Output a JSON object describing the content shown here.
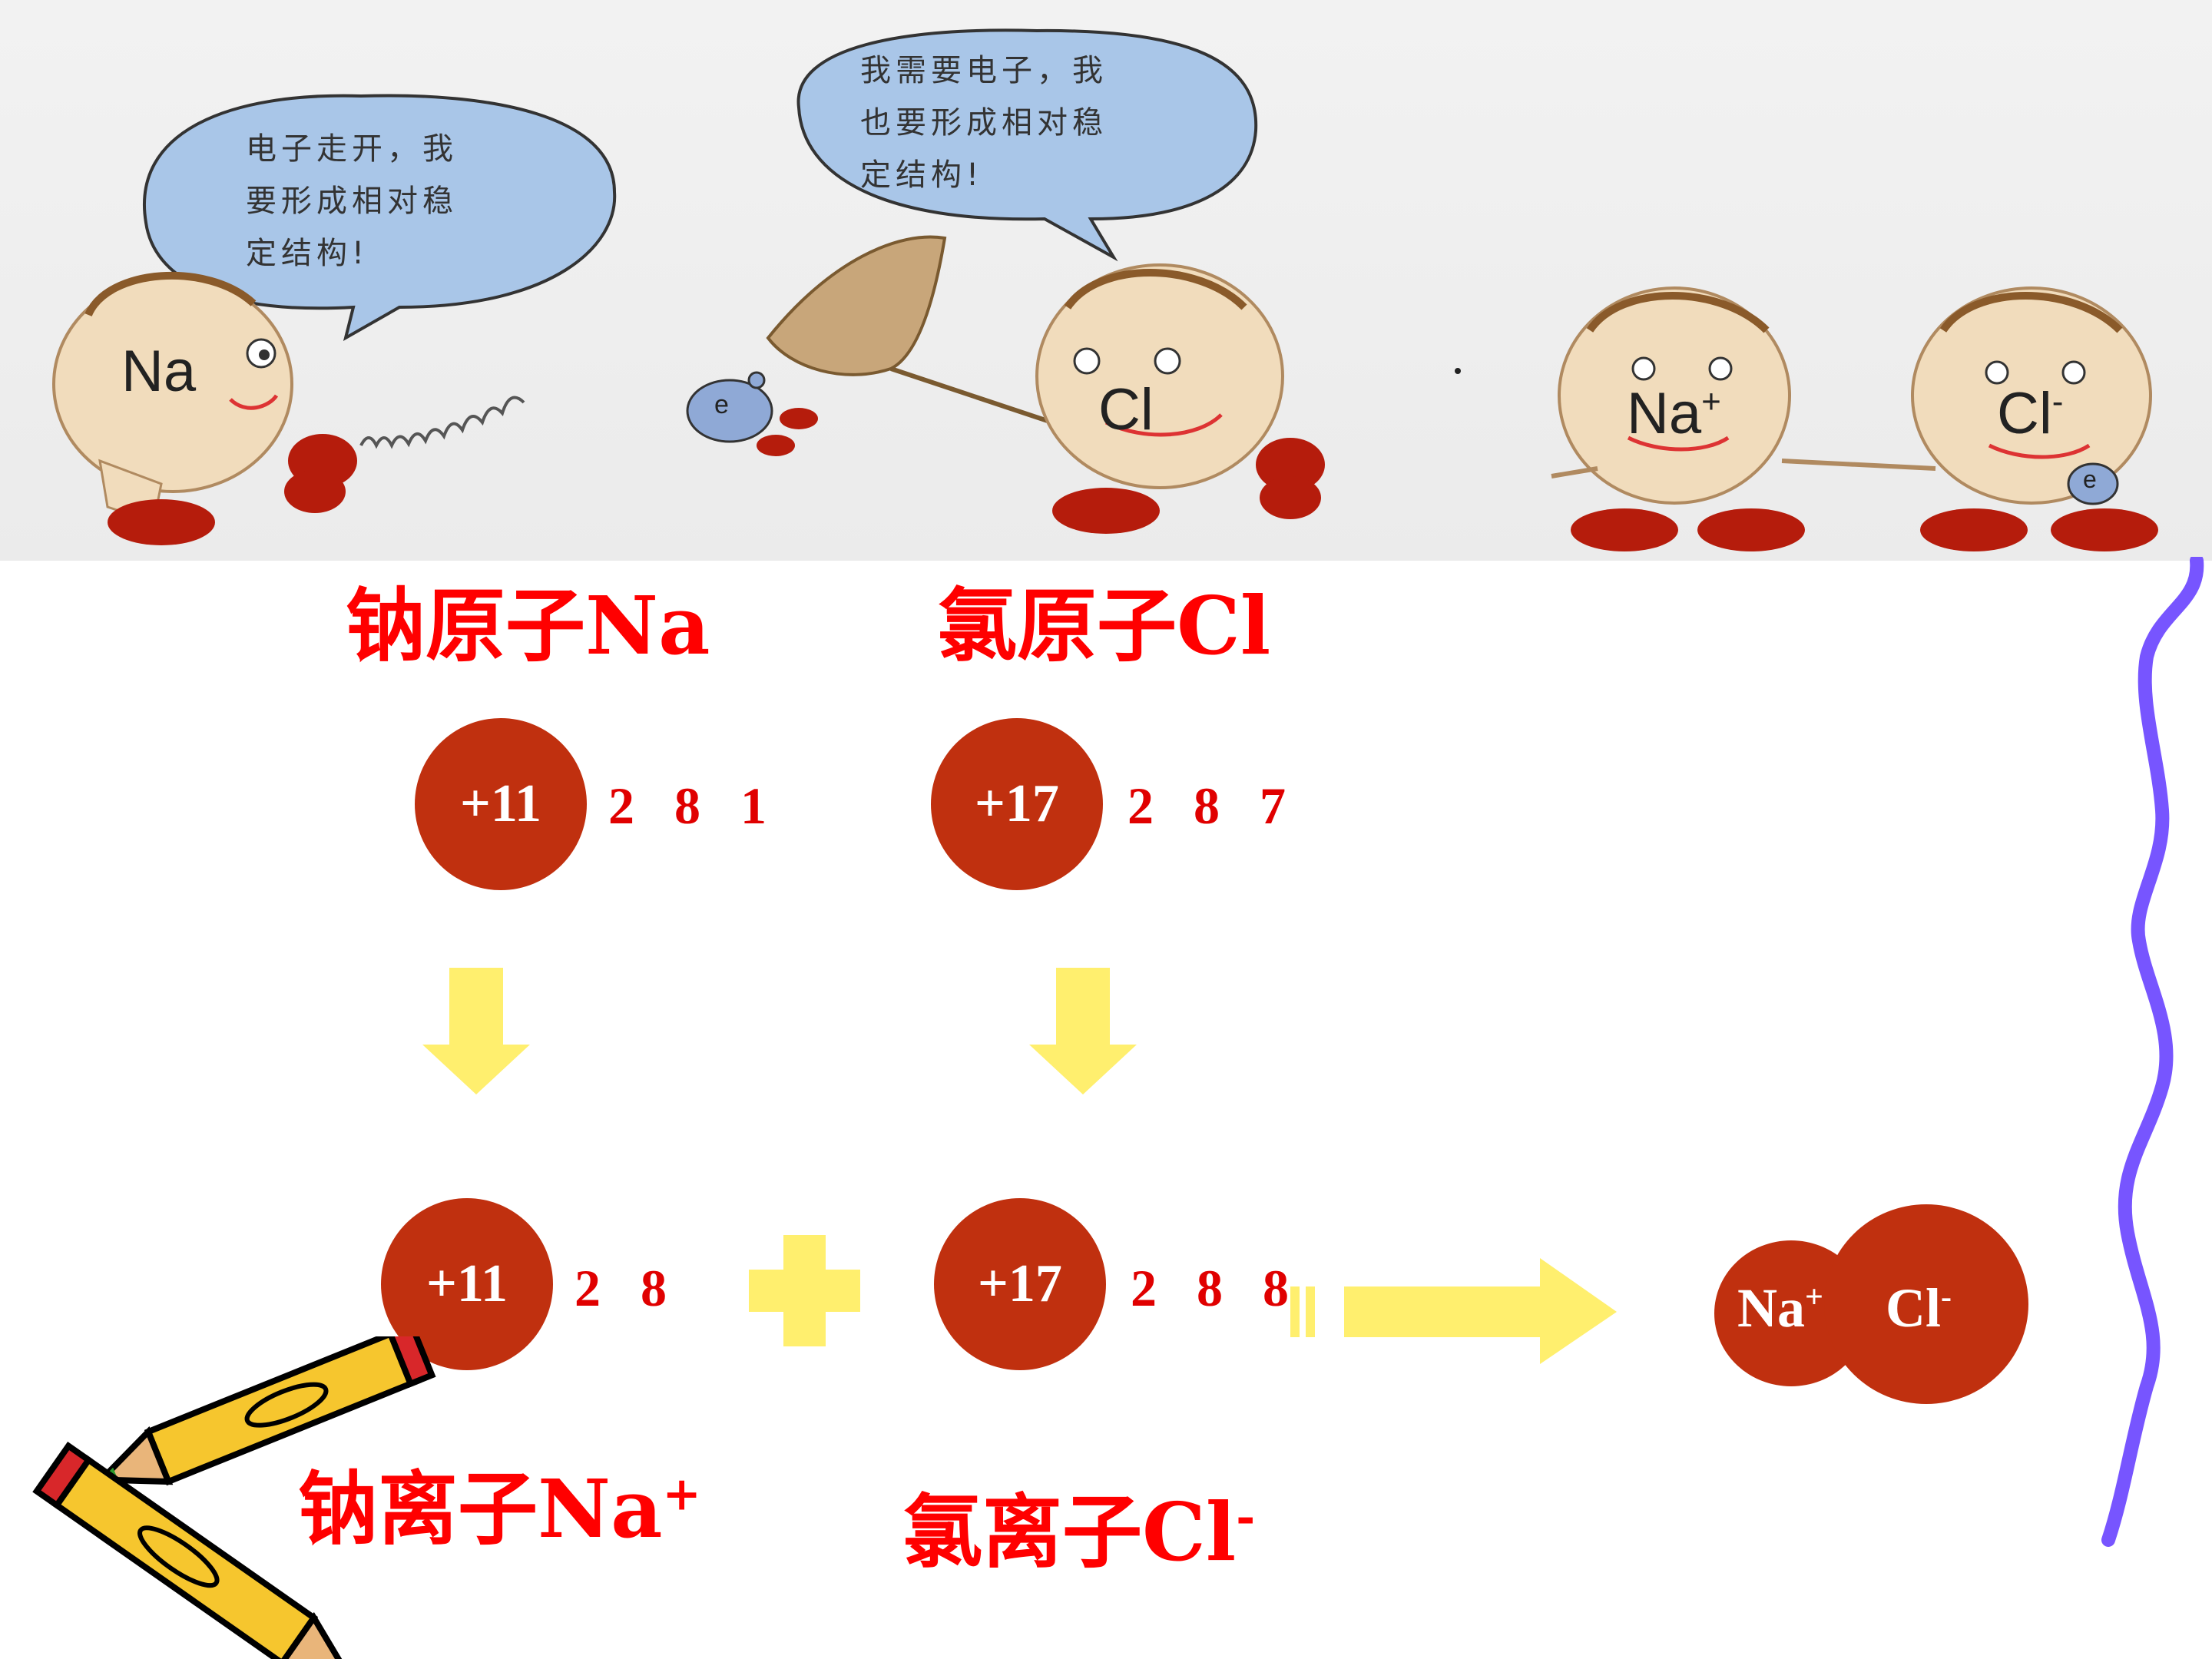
{
  "cartoon": {
    "bubble_na_lines": [
      "电子走开，我",
      "要形成相对稳",
      "定结构!"
    ],
    "bubble_cl_lines": [
      "我需要电子，我",
      "也要形成相对稳",
      "定结构!"
    ],
    "na_atom_label": "Na",
    "cl_atom_label": "Cl",
    "electron_label": "e",
    "na_ion_label": "Na",
    "na_ion_charge": "+",
    "cl_ion_label": "Cl",
    "cl_ion_charge": "-",
    "electron_label_2": "e"
  },
  "atoms": {
    "sodium_title": "钠原子Na",
    "chlorine_title": "氯原子Cl",
    "sodium_nucleus": "+11",
    "sodium_shells": [
      "2",
      "8",
      "1"
    ],
    "chlorine_nucleus": "+17",
    "chlorine_shells": [
      "2",
      "8",
      "7"
    ]
  },
  "ions": {
    "sodium_nucleus": "+11",
    "sodium_shells": [
      "2",
      "8"
    ],
    "chlorine_nucleus": "+17",
    "chlorine_shells": [
      "2",
      "8",
      "8"
    ],
    "sodium_title": "钠离子Na",
    "sodium_title_charge": "+",
    "chlorine_title": "氯离子Cl",
    "chlorine_title_charge": "-"
  },
  "compound": {
    "na_label": "Na",
    "na_charge": "+",
    "cl_label": "Cl",
    "cl_charge": "-"
  },
  "colors": {
    "title_red": "#ff0000",
    "nucleus": "#c0300f",
    "arrow_yellow": "#ffef6e",
    "brace_purple": "#7755ff"
  }
}
